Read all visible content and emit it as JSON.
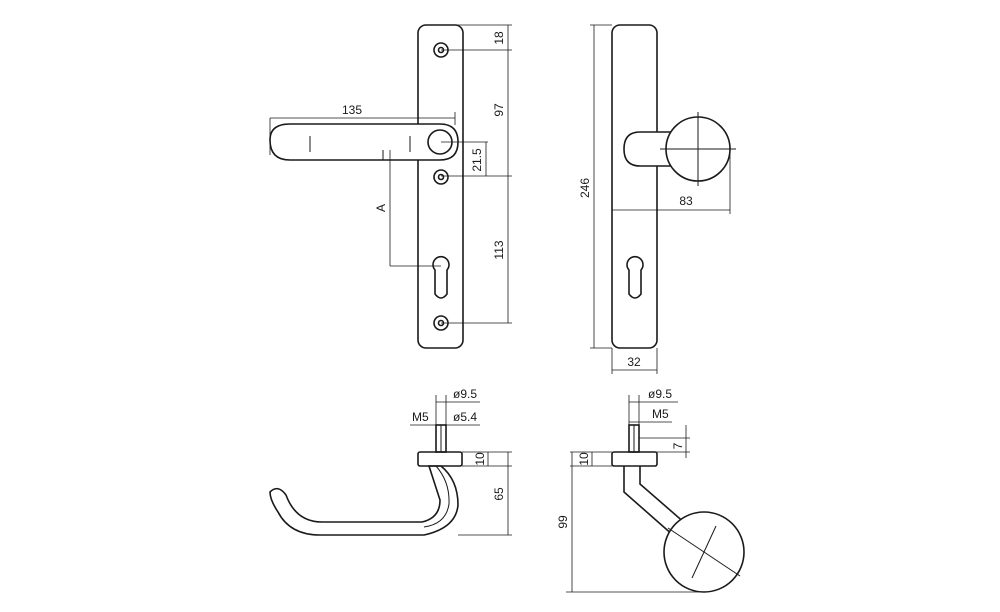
{
  "dimensions": {
    "handle_length": "135",
    "top_offset": "18",
    "upper_spacing": "97",
    "lever_offset": "21.5",
    "lower_spacing": "113",
    "lever_height": "A",
    "total_length": "246",
    "knob_projection": "83",
    "plate_width": "32",
    "lever_diameter": "ø9.5",
    "lever_thread": "M5",
    "lever_inner_diameter": "ø5.4",
    "lever_rose_height": "10",
    "lever_projection": "65",
    "knob_diameter": "ø9.5",
    "knob_thread": "M5",
    "knob_pin": "7",
    "knob_rose_height": "10",
    "knob_total_projection": "99"
  }
}
